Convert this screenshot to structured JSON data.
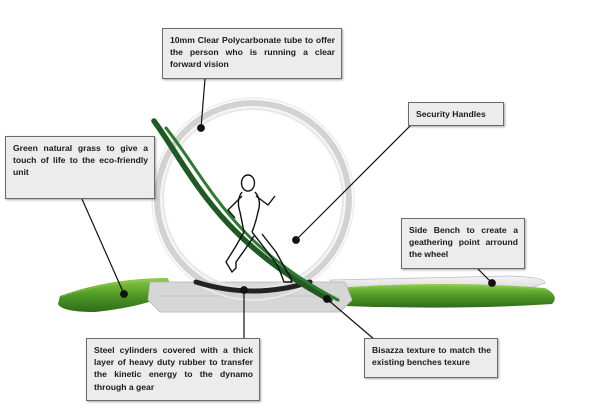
{
  "colors": {
    "grass_dark": "#2f6b1a",
    "grass_light": "#7fbf3a",
    "handle_green": "#1f5a24",
    "callout_bg": "#ececec",
    "leader_line": "#111111",
    "runner_stroke": "#111111"
  },
  "callouts": {
    "tube": "10mm Clear Polycarbonate tube to offer the person who is running a clear forward vision",
    "handles": "Security Handles",
    "grass": "Green natural grass to give a touch of life to the eco-friendly unit",
    "bench": "Side Bench to create a geathering point arround the wheel",
    "cylinders": "Steel cylinders covered with a thick layer of heavy duty rubber to transfer the kinetic energy to the dynamo through a gear",
    "texture": "Bisazza texture to match the existing benches texure"
  }
}
